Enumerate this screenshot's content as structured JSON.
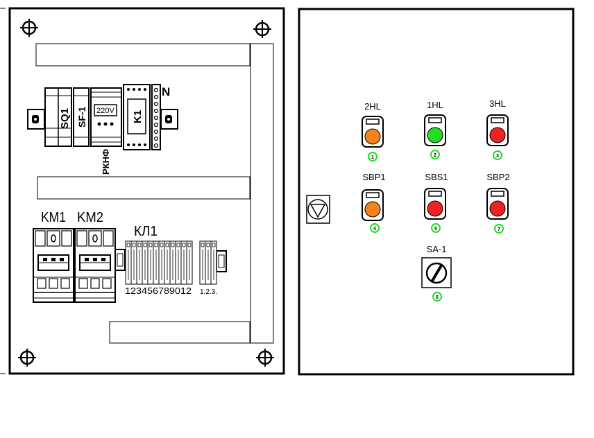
{
  "left_panel": {
    "components": {
      "sq1": "SQ1",
      "sf1": "SF-1",
      "rknf": "РКНФ",
      "rknf_display": "220V",
      "k1": "K1",
      "n": "N",
      "km1": "KM1",
      "km2": "KM2",
      "kl1": "КЛ1",
      "terminals_main": "123456789012",
      "terminals_aux": "1.2.3."
    }
  },
  "right_panel": {
    "lamps": [
      {
        "label": "2HL",
        "num": "1",
        "color": "#f5821f"
      },
      {
        "label": "1HL",
        "num": "2",
        "color": "#22dd22"
      },
      {
        "label": "3HL",
        "num": "3",
        "color": "#ee2222"
      }
    ],
    "buttons": [
      {
        "label": "SBP1",
        "num": "4",
        "color": "#f5821f"
      },
      {
        "label": "SBS1",
        "num": "5",
        "color": "#ee2222"
      },
      {
        "label": "SBP2",
        "num": "7",
        "color": "#ee2222"
      }
    ],
    "selector": {
      "label": "SA-1",
      "num": "6"
    },
    "marker_color": "#22dd22"
  }
}
